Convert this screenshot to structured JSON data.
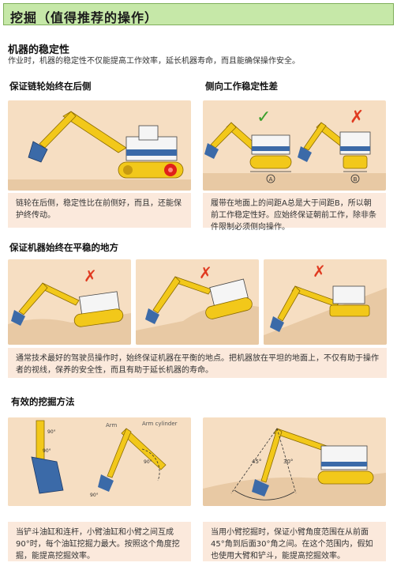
{
  "page": {
    "title": "挖掘（值得推荐的操作）"
  },
  "stability": {
    "heading": "机器的稳定性",
    "intro": "作业时，机器的稳定性不仅能提高工作效率，延长机器寿命，而且能确保操作安全。"
  },
  "sprocket": {
    "heading": "保证链轮始终在后侧",
    "caption": "链轮在后侧，稳定性比在前侧好，而且，还能保护终传动。"
  },
  "lateral": {
    "heading": "侧向工作稳定性差",
    "caption": "履带在地面上的间距A总是大于间距B，所以朝前工作稳定性好。应始终保证朝前工作，除非条件限制必须侧向操作。",
    "label_a": "A",
    "label_b": "B"
  },
  "level": {
    "heading": "保证机器始终在平稳的地方",
    "caption": "通常技术最好的驾驶员操作时，始终保证机器在平衡的地点。把机器放在平坦的地面上，不仅有助于操作者的视线，保养的安全性，而且有助于延长机器的寿命。"
  },
  "digging": {
    "heading": "有效的挖掘方法",
    "caption_left": "当铲斗油缸和连杆，小臂油缸和小臂之间互成90°时，每个油缸挖掘力最大。按照这个角度挖掘，能提高挖掘效率。",
    "caption_right": "当用小臂挖掘时，保证小臂角度范围在从前面45°角到后面30°角之间。在这个范围内，假如也使用大臂和铲斗，能提高挖掘效率。",
    "label_arm": "Arm",
    "label_arm_cylinder": "Arm cylinder",
    "angle_90": "90°",
    "angle_45": "45°",
    "angle_30": "30°"
  },
  "marks": {
    "ok": "✓",
    "ng": "✗"
  },
  "colors": {
    "title_bg": "#c6e8a8",
    "image_bg": "#f6dec2",
    "caption_bg": "#fbe9dc",
    "machine_yellow": "#f2c81a",
    "ok_green": "#3aa02c",
    "ng_red": "#e03a20"
  }
}
